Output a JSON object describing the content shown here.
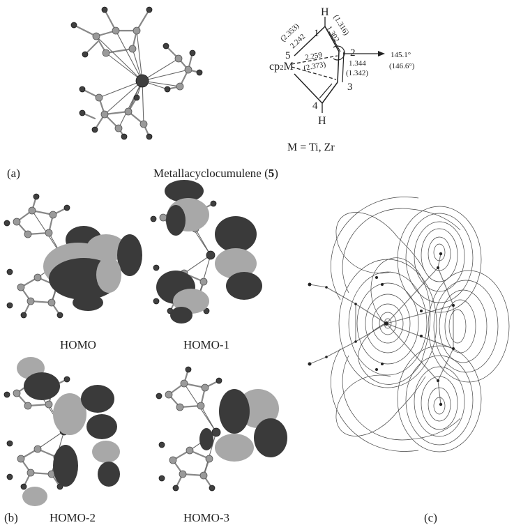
{
  "panel_a": {
    "label": "(a)",
    "caption_text": "Metallacyclocumulene (",
    "caption_bold": "5",
    "caption_end": ")",
    "metal_fragment": "cp",
    "metal_sub": "2",
    "metal_letter": "M",
    "metal_definition": "M = Ti, Zr",
    "atoms": {
      "h_top": "H",
      "h_bottom": "H",
      "n1": "1",
      "n2": "2",
      "n3": "3",
      "n4": "4",
      "n5": "5"
    },
    "bond_values": {
      "m_c1": "2.242",
      "m_c1_paren": "(2.353)",
      "c1_c2": "1.302",
      "c1_c2_paren": "(1.316)",
      "m_c2": "2.259",
      "m_c2_paren": "(2.373)",
      "c2_c3": "1.344",
      "c2_c3_paren": "(1.342)",
      "angle": "145.1°",
      "angle_paren": "(146.6°)"
    }
  },
  "panel_b": {
    "label": "(b)",
    "orbitals": [
      "HOMO",
      "HOMO-1",
      "HOMO-2",
      "HOMO-3"
    ]
  },
  "panel_c": {
    "label": "(c)"
  }
}
